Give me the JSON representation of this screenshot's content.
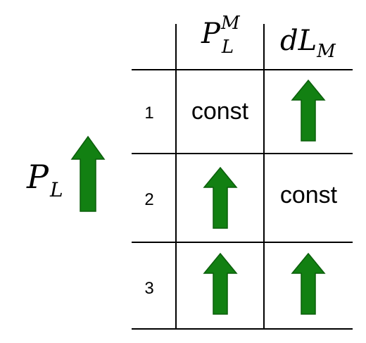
{
  "left_label": {
    "base": "P",
    "sub": "L",
    "arrow": "up-arrow"
  },
  "columns": [
    {
      "base": "P",
      "sup": "M",
      "sub": "L"
    },
    {
      "base": "dL",
      "sub": "M"
    }
  ],
  "rows": [
    {
      "num": "1",
      "cells": [
        {
          "text": "const"
        },
        {
          "arrow": "up-arrow"
        }
      ]
    },
    {
      "num": "2",
      "cells": [
        {
          "arrow": "up-arrow"
        },
        {
          "text": "const"
        }
      ]
    },
    {
      "num": "3",
      "cells": [
        {
          "arrow": "up-arrow"
        },
        {
          "arrow": "up-arrow"
        }
      ]
    }
  ],
  "colors": {
    "arrow_fill": "#128012",
    "arrow_stroke": "#0b5e0b",
    "lines": "#000000"
  }
}
